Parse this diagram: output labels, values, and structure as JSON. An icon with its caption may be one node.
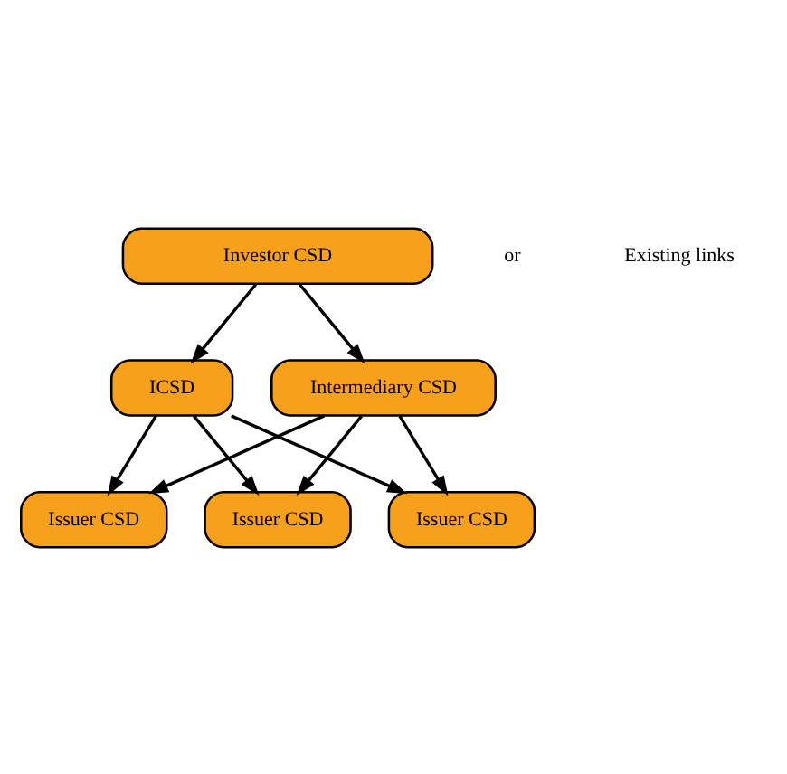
{
  "diagram": {
    "nodes": [
      {
        "text": [
          "Investor CSD"
        ]
      },
      {
        "text": [
          "ICSD"
        ]
      },
      {
        "text": [
          "Intermediary CSD"
        ]
      },
      {
        "text": [
          "Issuer CSD"
        ]
      },
      {
        "text": [
          "Issuer CSD"
        ]
      },
      {
        "text": [
          "Issuer CSD"
        ]
      }
    ],
    "edges": [
      {
        "from": 0,
        "to": 1,
        "arrow": "to"
      },
      {
        "from": 0,
        "to": 2,
        "arrow": "to"
      },
      {
        "from": 1,
        "to": 3,
        "arrow": "to"
      },
      {
        "from": 1,
        "to": 4,
        "arrow": "to"
      },
      {
        "from": 1,
        "to": 5,
        "arrow": "to"
      },
      {
        "from": 2,
        "to": 3,
        "arrow": "to"
      },
      {
        "from": 2,
        "to": 4,
        "arrow": "to"
      },
      {
        "from": 2,
        "to": 5,
        "arrow": "to"
      }
    ],
    "labels": [
      "or",
      "Existing links"
    ]
  }
}
